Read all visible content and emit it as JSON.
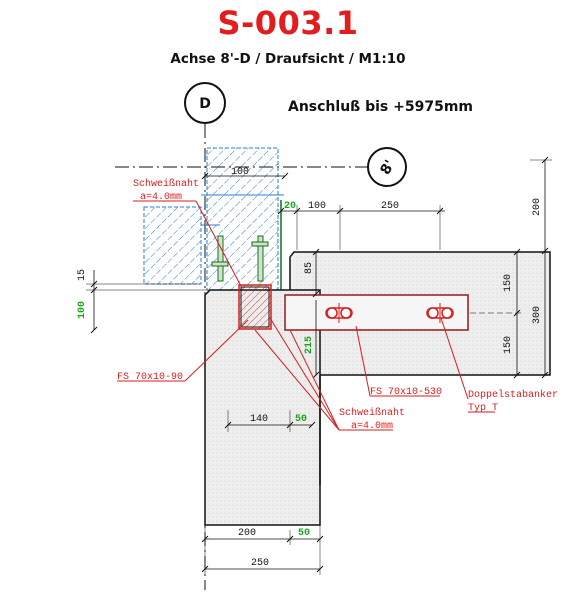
{
  "header": {
    "title": "S-003.1",
    "subtitle": "Achse 8'-D / Draufsicht / M1:10",
    "connection": "Anschluß bis +5975mm"
  },
  "axes": {
    "axis_d": "D",
    "axis_8": "8'"
  },
  "dimensions": {
    "d100_top": "100",
    "d20": "20",
    "d100_right": "100",
    "d250_top": "250",
    "d200_right": "200",
    "d85": "85",
    "d150_a": "150",
    "d300": "300",
    "d150_b": "150",
    "d15_left": "15",
    "d100_left": "100",
    "d215": "215",
    "d140": "140",
    "d50_mid": "50",
    "d200_bottom": "200",
    "d50_bottom": "50",
    "d250_bottom": "250"
  },
  "annotations": {
    "weld_top_1": "Schweißnaht",
    "weld_top_2": "a=4.0mm",
    "fs_70_90": "FS 70x10-90",
    "fs_70_530": "FS 70x10-530",
    "anchor_1": "Doppelstabanker",
    "anchor_2": "Typ T",
    "weld_bottom_1": "Schweißnaht",
    "weld_bottom_2": "a=4.0mm"
  },
  "colors": {
    "title": "#e21d1d",
    "annotation": "#d81e1e",
    "hatch": "#2a7fd0",
    "green_dim": "#1aa61a"
  }
}
